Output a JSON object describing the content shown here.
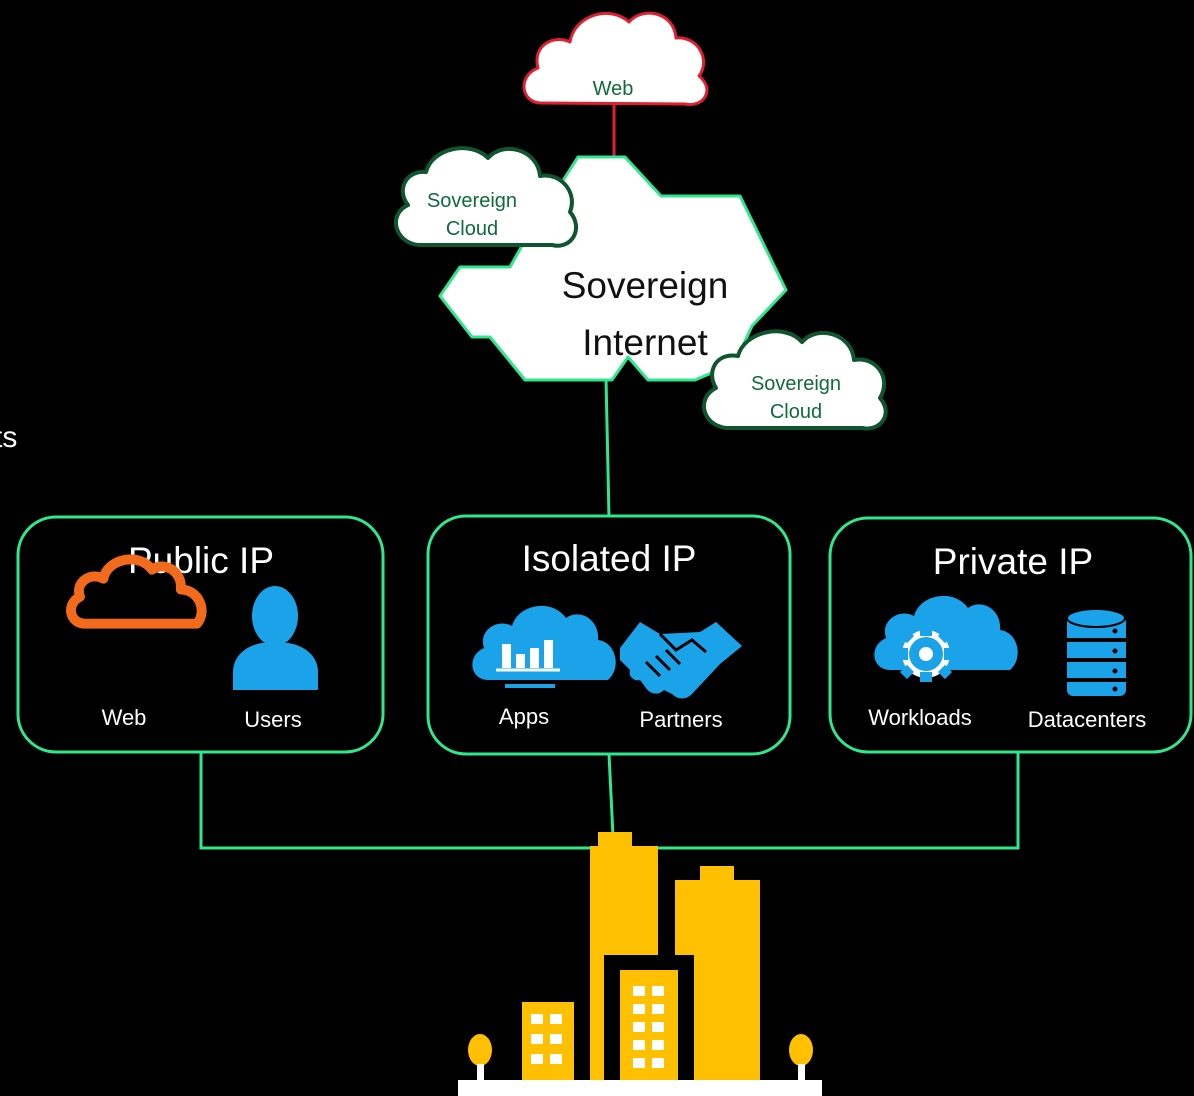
{
  "colors": {
    "background": "#000000",
    "green_line": "#2ee88e",
    "red_line": "#e02030",
    "cloud_text_green": "#0f6b3a",
    "cloud_border_green": "#0f5530",
    "orange": "#f26a1b",
    "blue": "#1aa3e8",
    "gold": "#ffc000",
    "white": "#ffffff"
  },
  "left_edge_fragment": "ts",
  "top_cloud": {
    "label": "Web"
  },
  "internet": {
    "line1": "Sovereign",
    "line2": "Internet"
  },
  "sovereign_cloud_left": {
    "line1": "Sovereign",
    "line2": "Cloud"
  },
  "sovereign_cloud_right": {
    "line1": "Sovereign",
    "line2": "Cloud"
  },
  "boxes": [
    {
      "title": "Public IP",
      "items": [
        {
          "icon": "cloud-outline-icon",
          "label": "Web"
        },
        {
          "icon": "user-icon",
          "label": "Users"
        }
      ]
    },
    {
      "title": "Isolated IP",
      "items": [
        {
          "icon": "cloud-apps-icon",
          "label": "Apps"
        },
        {
          "icon": "handshake-icon",
          "label": "Partners"
        }
      ]
    },
    {
      "title": "Private IP",
      "items": [
        {
          "icon": "cloud-gear-icon",
          "label": "Workloads"
        },
        {
          "icon": "database-icon",
          "label": "Datacenters"
        }
      ]
    }
  ],
  "city": {
    "icon": "city-buildings-icon"
  }
}
